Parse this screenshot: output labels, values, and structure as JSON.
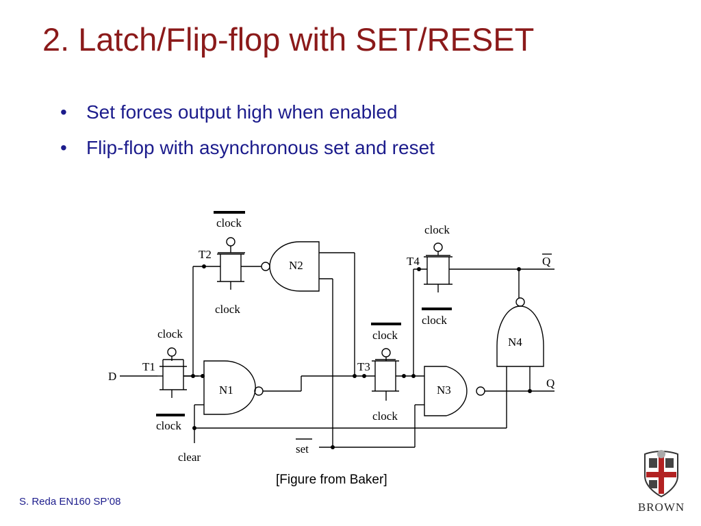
{
  "slide": {
    "title": "2. Latch/Flip-flop with SET/RESET",
    "bullets": [
      "Set forces output high when enabled",
      "Flip-flop with asynchronous set and reset"
    ],
    "bullet_symbol": "•",
    "caption": "[Figure from Baker]",
    "footer": "S. Reda EN160 SP’08",
    "logo_text": "BROWN"
  },
  "circuit": {
    "inputs": {
      "d": "D",
      "clear": "clear",
      "set": "set"
    },
    "outputs": {
      "q": "Q",
      "q_bar": "Q"
    },
    "transmission_gates": [
      {
        "name": "T1",
        "top_label": "clock",
        "bottom_label": "clock"
      },
      {
        "name": "T2",
        "top_label": "clock",
        "bottom_label": "clock"
      },
      {
        "name": "T3",
        "top_label": "clock",
        "bottom_label": "clock"
      },
      {
        "name": "T4",
        "top_label": "clock",
        "bottom_label": "clock"
      }
    ],
    "nand_gates": [
      "N1",
      "N2",
      "N3",
      "N4"
    ]
  },
  "colors": {
    "title": "#8b1a1a",
    "bullet_text": "#1c1c8c",
    "footer": "#1c1c8c",
    "logo_red": "#b22222"
  }
}
